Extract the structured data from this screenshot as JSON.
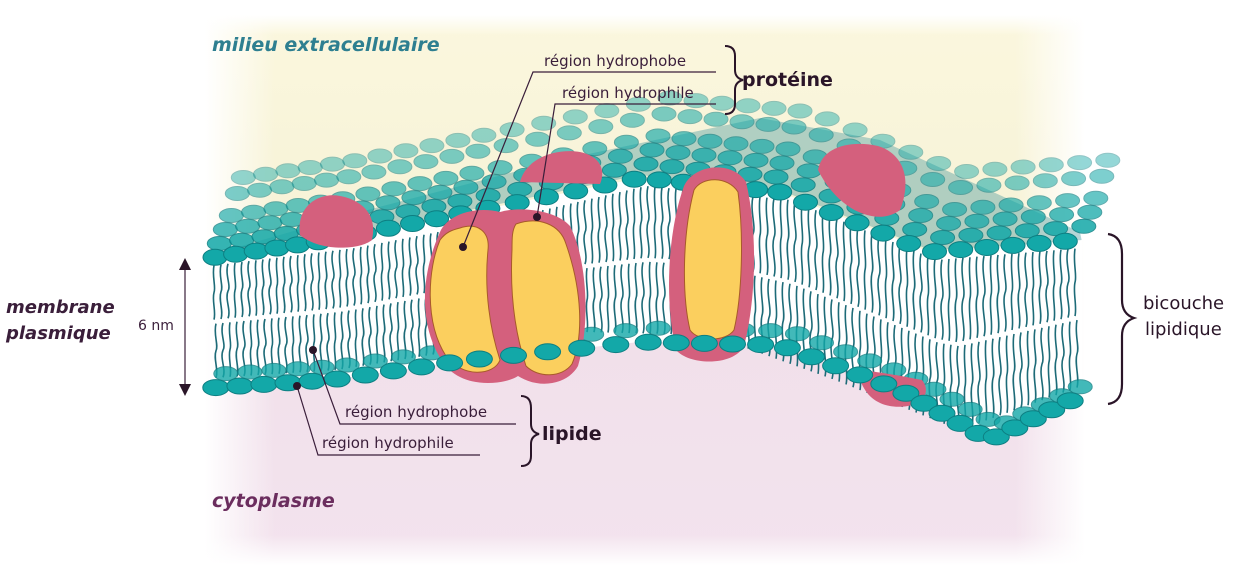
{
  "labels": {
    "extracellular": "milieu extracellulaire",
    "cytoplasm": "cytoplasme",
    "membrane_line1": "membrane",
    "membrane_line2": "plasmique",
    "thickness": "6 nm",
    "protein_hydrophobic": "région hydrophobe",
    "protein_hydrophilic": "région hydrophile",
    "protein": "protéine",
    "lipid_hydrophobic": "région hydrophobe",
    "lipid_hydrophilic": "région hydrophile",
    "lipid": "lipide",
    "bilayer_line1": "bicouche",
    "bilayer_line2": "lipidique"
  },
  "colors": {
    "lipid_head": "#13a8a8",
    "lipid_head_dark": "#0d7f82",
    "lipid_tail": "#1d6b78",
    "protein_outer": "#d4607d",
    "protein_inner": "#fbcf5e",
    "text_dark": "#3a1e3a",
    "extracellular_text": "#2e7f90",
    "cytoplasm_text": "#6b2d5e"
  }
}
